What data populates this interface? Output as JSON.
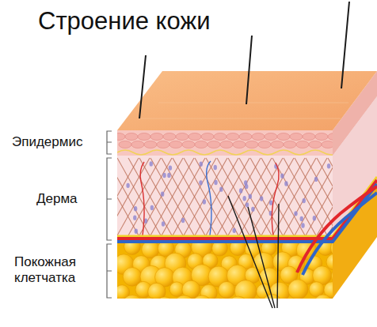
{
  "diagram": {
    "title": "Строение кожи",
    "labels": [
      "Эпидермис",
      "Дерма",
      "Покожная клетчатка"
    ]
  }
}
